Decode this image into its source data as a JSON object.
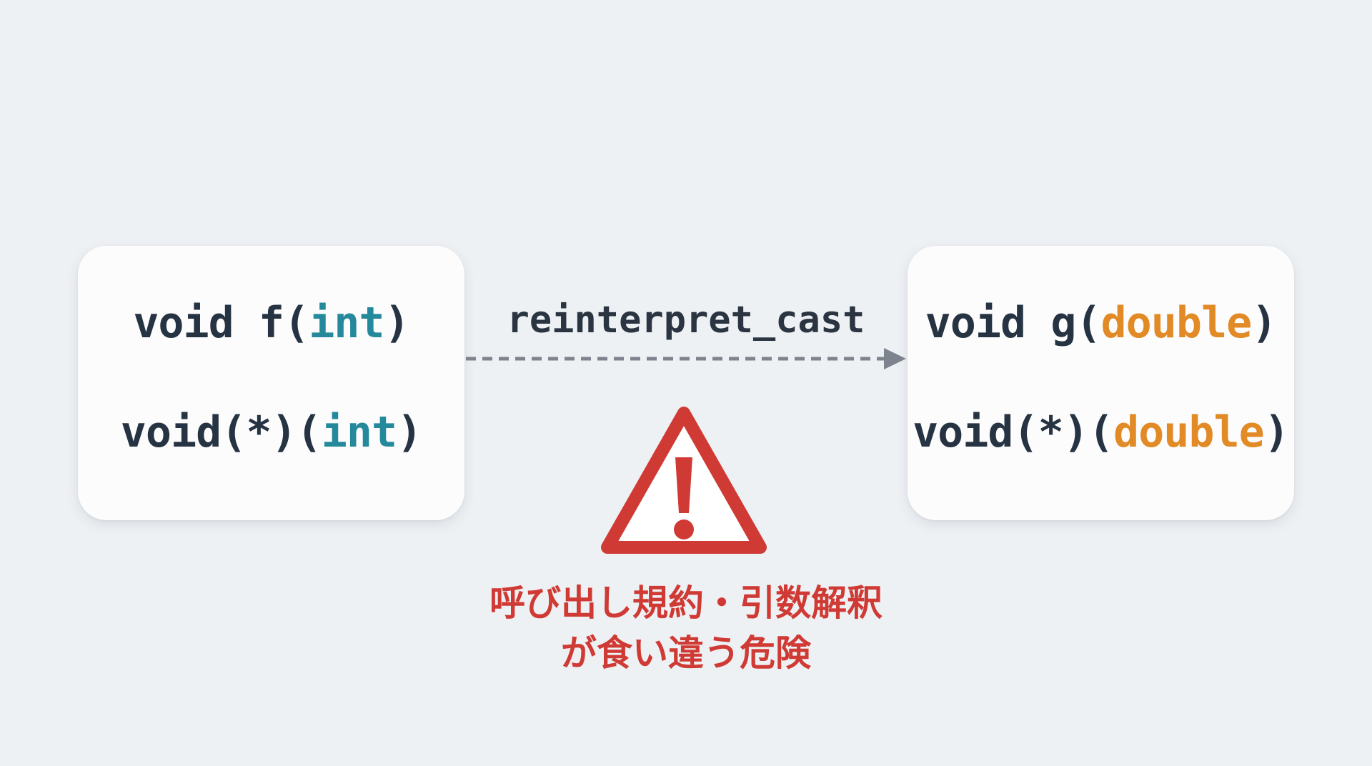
{
  "left_box": {
    "line1": {
      "prefix": "void f(",
      "type": "int",
      "suffix": ")"
    },
    "line2": {
      "prefix": "void(*)(",
      "type": "int",
      "suffix": ")"
    }
  },
  "right_box": {
    "line1": {
      "prefix": "void g(",
      "type": "double",
      "suffix": ")"
    },
    "line2": {
      "prefix": "void(*)(",
      "type": "double",
      "suffix": ")"
    }
  },
  "cast_label": "reinterpret_cast",
  "warning": {
    "line1": "呼び出し規約・引数解釈",
    "line2": "が食い違う危険"
  },
  "colors": {
    "background": "#eef1f4",
    "code_text": "#263342",
    "int_type": "#24899a",
    "double_type": "#e18a26",
    "warning": "#d03a34",
    "arrow": "#7d848d"
  }
}
